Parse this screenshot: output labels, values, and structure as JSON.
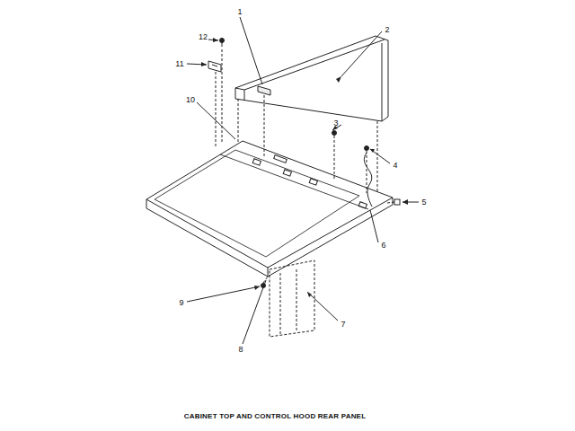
{
  "diagram": {
    "caption": "CABINET TOP AND CONTROL HOOD REAR PANEL",
    "labels": [
      "12",
      "1",
      "2",
      "11",
      "10",
      "3",
      "4",
      "5",
      "6",
      "9",
      "7",
      "8"
    ]
  }
}
